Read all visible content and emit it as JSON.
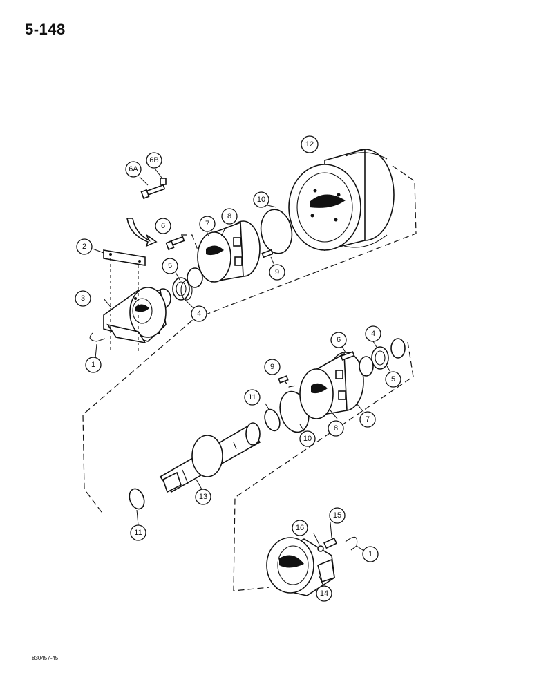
{
  "page": {
    "number": "5-148",
    "figure_code": "830457-45"
  },
  "callouts": {
    "c1a": "1",
    "c1b": "1",
    "c2": "2",
    "c3": "3",
    "c4a": "4",
    "c4b": "4",
    "c5a": "5",
    "c5b": "5",
    "c6": "6",
    "c6b": "6",
    "c6a_label": "6A",
    "c6b_label": "6B",
    "c7a": "7",
    "c7b": "7",
    "c8a": "8",
    "c8b": "8",
    "c9a": "9",
    "c9b": "9",
    "c10a": "10",
    "c10b": "10",
    "c11a": "11",
    "c11b": "11",
    "c12": "12",
    "c13": "13",
    "c14": "14",
    "c15": "15",
    "c16": "16"
  }
}
